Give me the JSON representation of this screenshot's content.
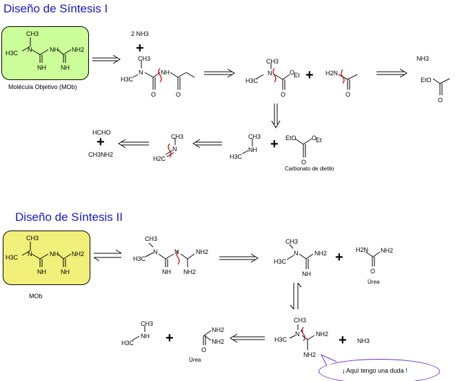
{
  "titles": {
    "s1": "Diseño de Síntesis I",
    "s2": "Diseño de Síntesis II"
  },
  "colors": {
    "title": "#1515d6",
    "mob1_fill": "#ccff99",
    "mob2_fill": "#f0f07a",
    "box_border": "#000000",
    "cut_mark": "#cc0000",
    "bubble_border": "#6a2bd1"
  },
  "s1": {
    "mob_caption": "Molécula Objetivo (MOb)",
    "reagent_2nh3": "2 NH3",
    "nh3": "NH3",
    "carbonato": "Carbonato de dietilo",
    "hcho": "HCHO",
    "ch3nh2": "CH3NH2"
  },
  "s2": {
    "mob_caption": "MOb",
    "urea1": "Úrea",
    "urea2": "Úrea",
    "nh3": "NH3",
    "bubble_text": "¡ Aquí tengo una duda !"
  },
  "atoms": {
    "ch3": "CH3",
    "h3c": "H3C",
    "h2c": "H2C",
    "n": "N",
    "nh": "NH",
    "nh2": "NH2",
    "o": "O",
    "et": "Et",
    "eto": "EtO",
    "h2n": "H2N",
    "plus": "+"
  }
}
